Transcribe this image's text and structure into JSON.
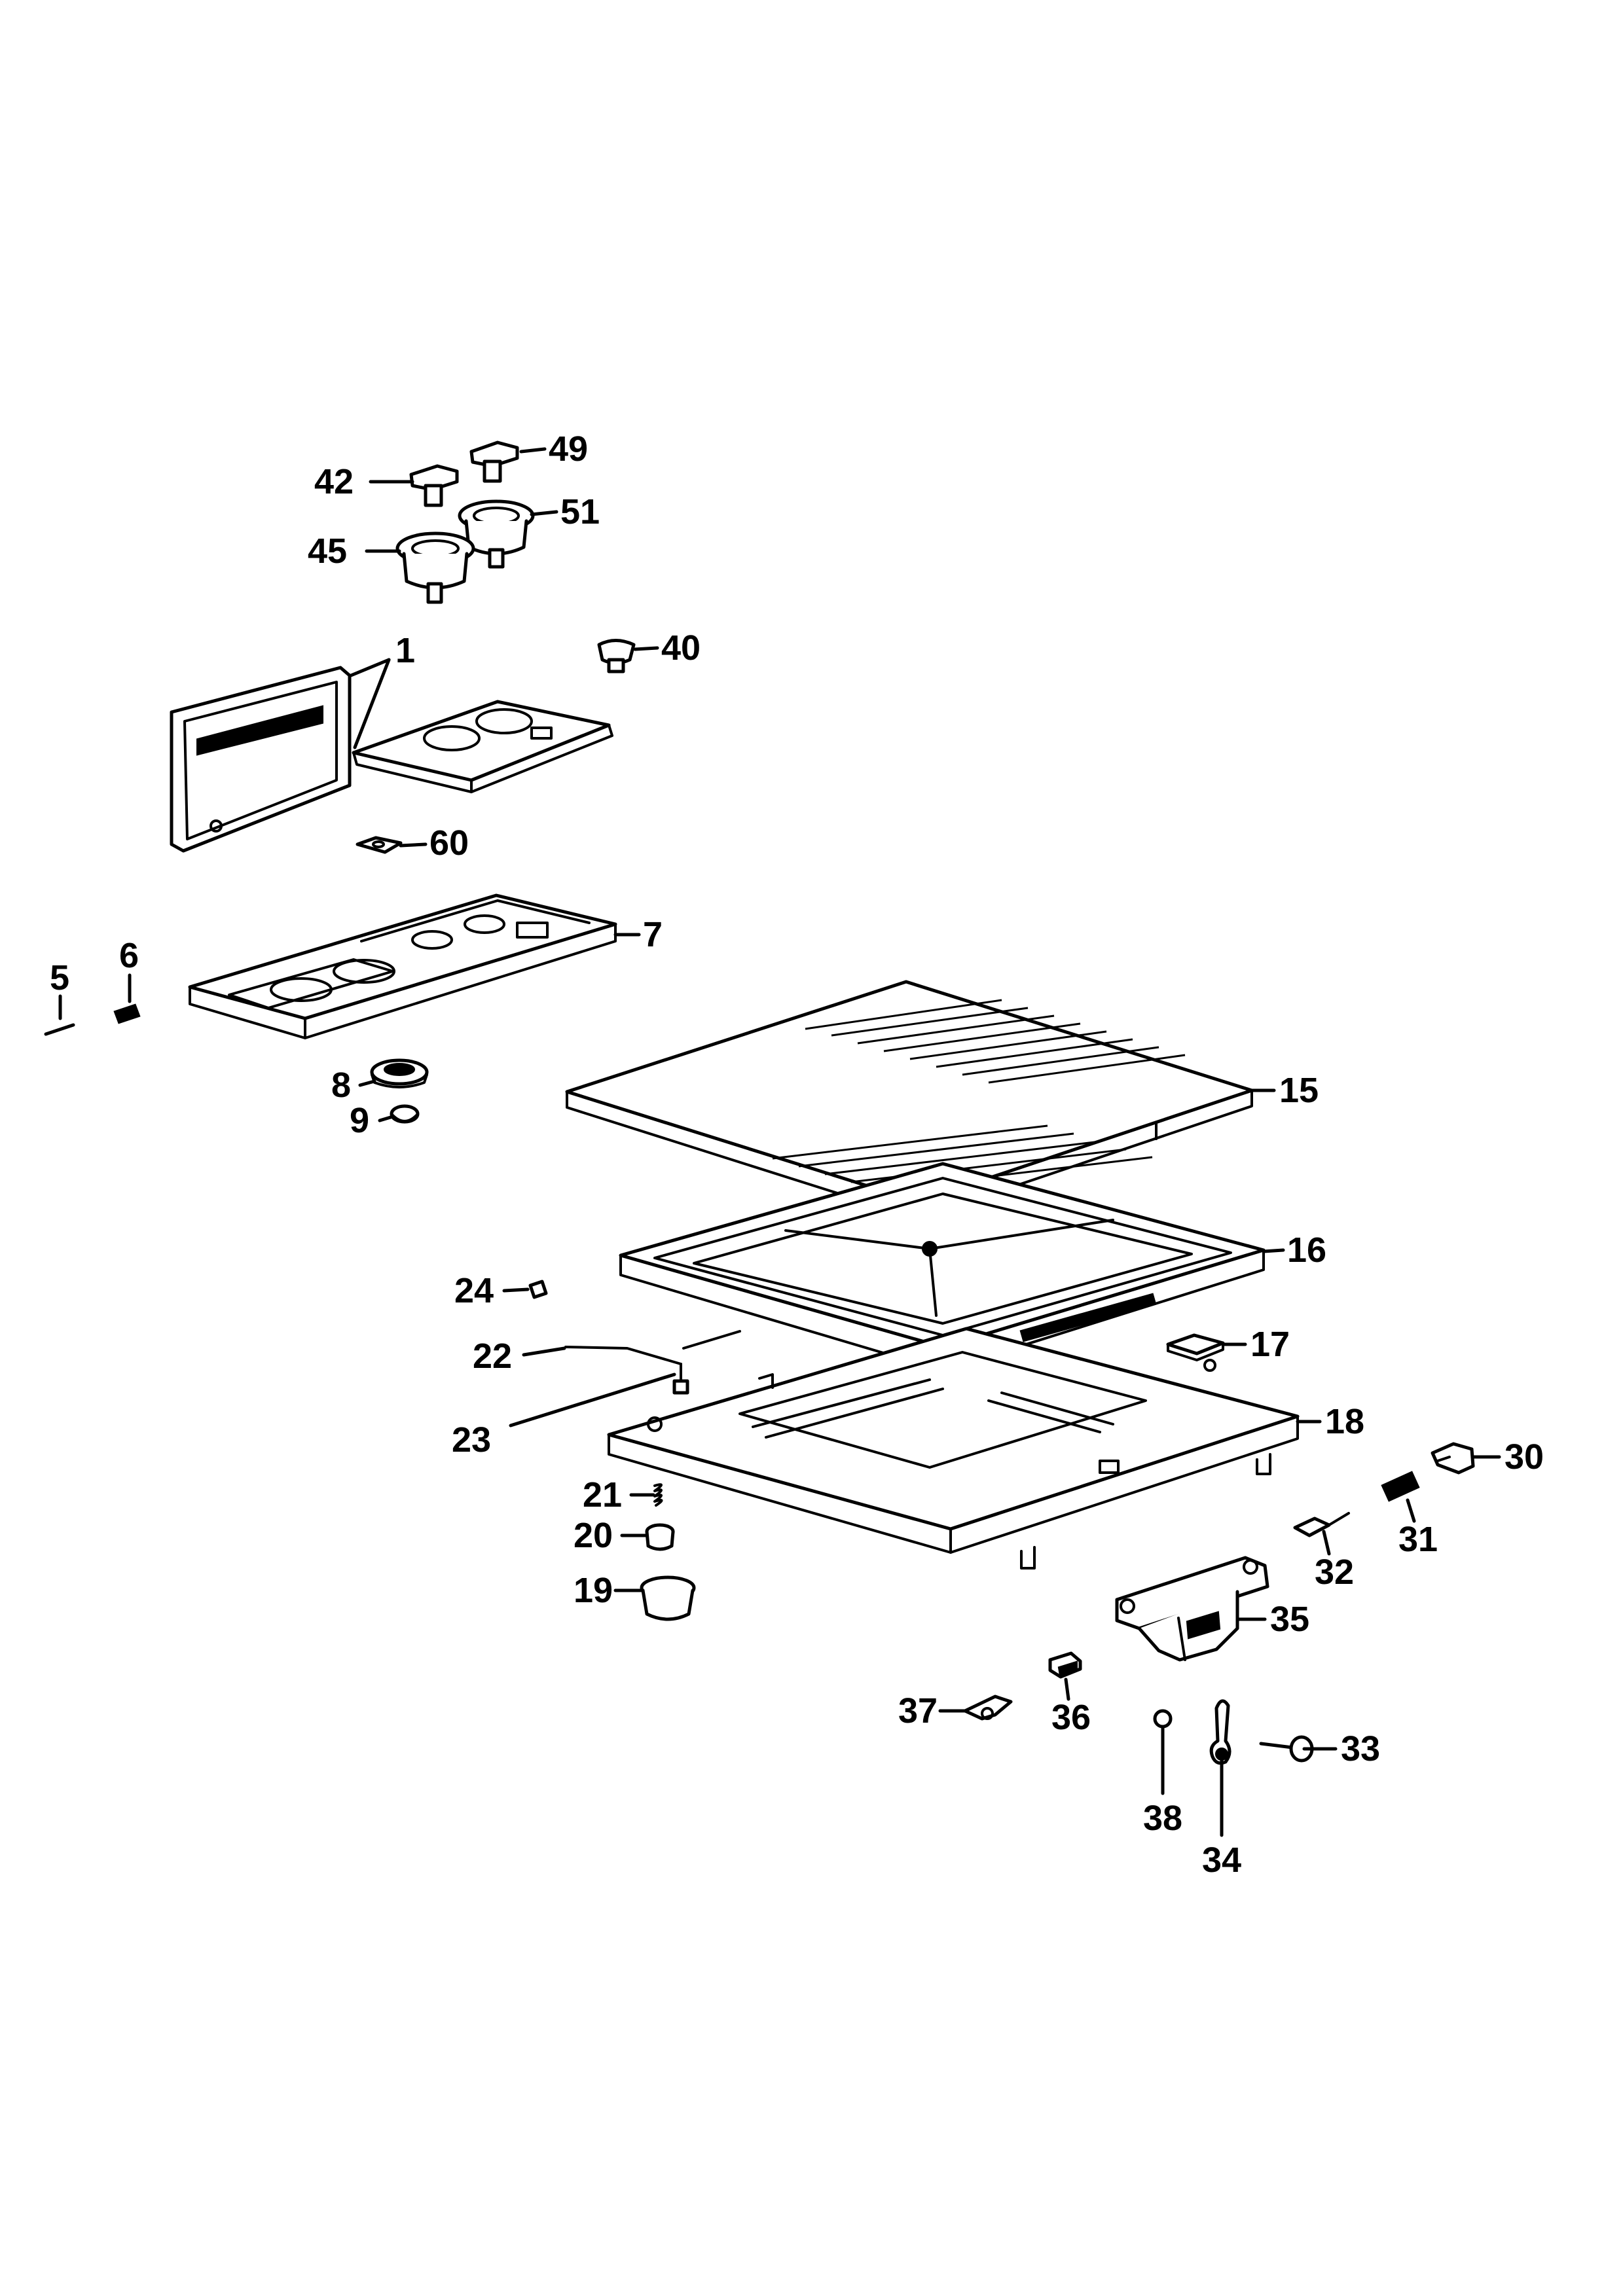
{
  "callouts": [
    "1",
    "5",
    "6",
    "7",
    "8",
    "9",
    "15",
    "16",
    "17",
    "18",
    "19",
    "20",
    "21",
    "22",
    "23",
    "24",
    "30",
    "31",
    "32",
    "33",
    "34",
    "35",
    "36",
    "37",
    "38",
    "40",
    "42",
    "45",
    "49",
    "51",
    "60"
  ]
}
